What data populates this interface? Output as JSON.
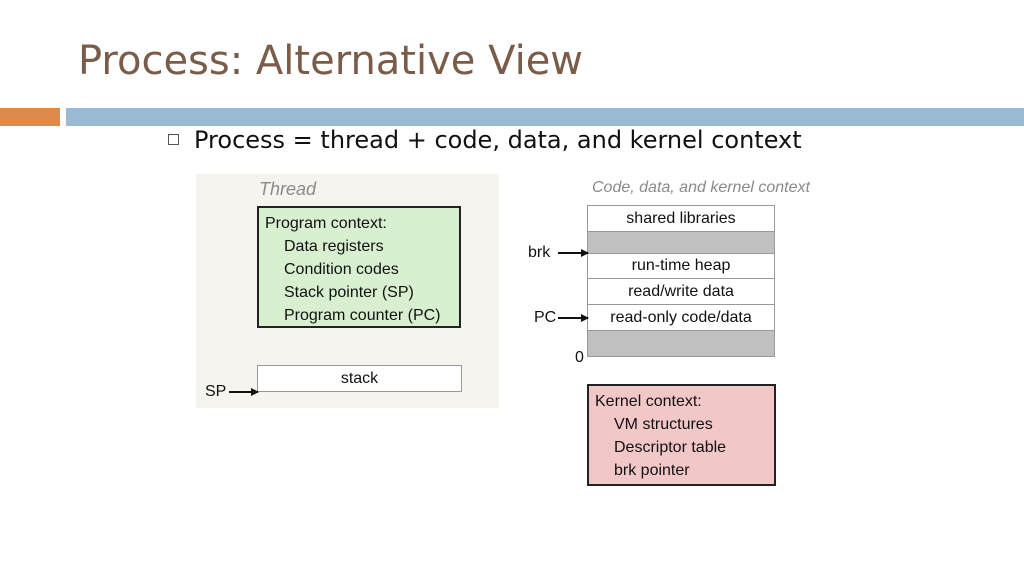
{
  "slide": {
    "title": "Process: Alternative View",
    "bullet": "Process = thread + code, data, and kernel context"
  },
  "thread": {
    "label": "Thread",
    "program_context": {
      "heading": "Program context:",
      "items": [
        "Data registers",
        "Condition codes",
        "Stack pointer (SP)",
        "Program counter (PC)"
      ]
    },
    "stack_label": "stack",
    "sp_label": "SP"
  },
  "code_data": {
    "label": "Code, data, and kernel context",
    "segments": [
      {
        "text": "shared libraries",
        "shaded": false
      },
      {
        "text": "",
        "shaded": true
      },
      {
        "text": "run-time heap",
        "shaded": false
      },
      {
        "text": "read/write data",
        "shaded": false
      },
      {
        "text": "read-only code/data",
        "shaded": false
      },
      {
        "text": "",
        "shaded": true
      }
    ],
    "brk_label": "brk",
    "pc_label": "PC",
    "zero_label": "0"
  },
  "kernel": {
    "heading": "Kernel context:",
    "items": [
      "VM structures",
      "Descriptor table",
      "brk pointer"
    ]
  },
  "colors": {
    "title": "#7a5c48",
    "bar_orange": "#dd8a4b",
    "bar_blue": "#9bbbd4",
    "program_box": "#d8efd0",
    "kernel_box": "#f2c7c7",
    "shaded_segment": "#c0c0c0"
  }
}
